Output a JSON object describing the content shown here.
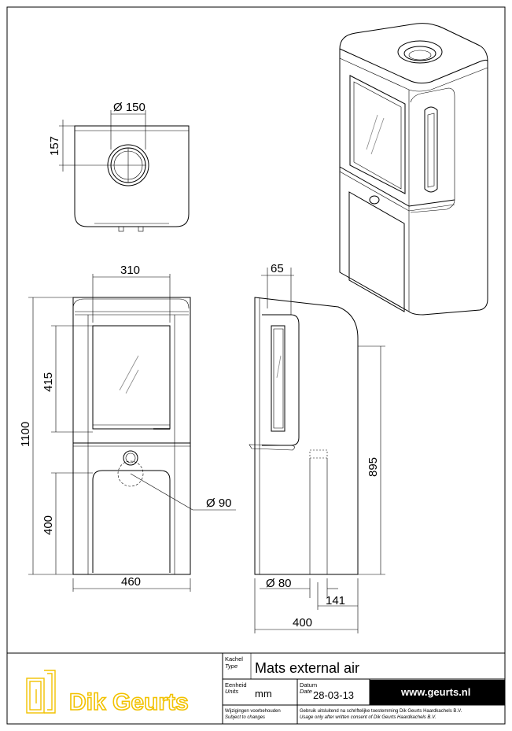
{
  "dimensions": {
    "top_diameter": "Ø 150",
    "top_offset": "157",
    "front_width_top": "310",
    "front_height_total": "1100",
    "front_glass_height": "415",
    "front_lower_height": "400",
    "front_pipe_diameter": "Ø 90",
    "front_width_bottom": "460",
    "side_top": "65",
    "side_height": "895",
    "side_pipe_diameter": "Ø 80",
    "side_offset": "141",
    "side_depth": "400"
  },
  "title_block": {
    "type_label": "Kachel",
    "type_label_en": "Type",
    "type_value": "Mats external air",
    "units_label": "Eenheid",
    "units_label_en": "Units",
    "units_value": "mm",
    "date_label": "Datum",
    "date_label_en": "Date",
    "date_value": "28-03-13",
    "website": "www.geurts.nl",
    "changes_nl": "Wijzigingen voorbehouden",
    "changes_en": "Subject to changes",
    "usage_nl": "Gebruik uitsluitend na schriftelijke toestemming Dik Geurts Haardkachels B.V.",
    "usage_en": "Usage only after written consent of Dik Geurts Haardkachels B.V.",
    "logo_text": "Dik Geurts"
  },
  "colors": {
    "logo": "#f2c200",
    "line": "#000000",
    "url_band": "#000000"
  }
}
